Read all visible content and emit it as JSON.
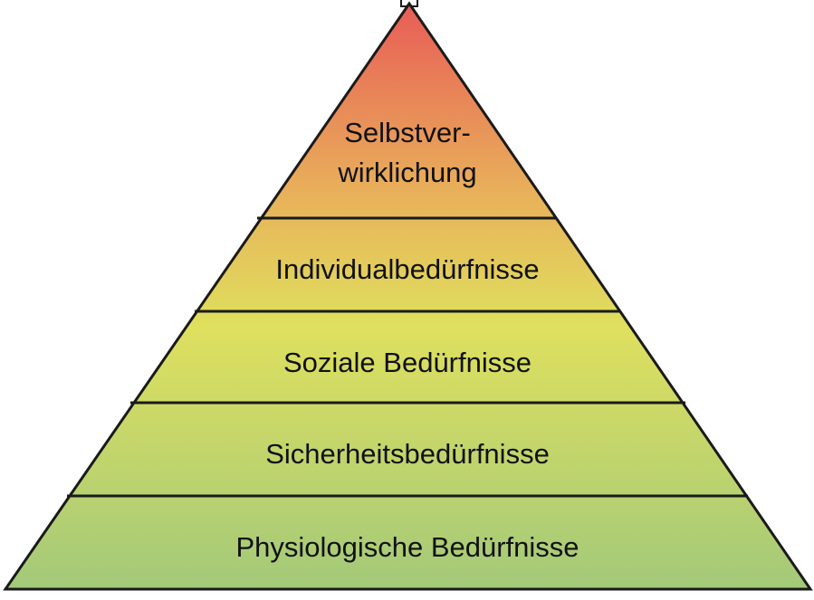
{
  "pyramid": {
    "levels": [
      {
        "lines": [
          "Selbstver-",
          "wirklichung"
        ]
      },
      {
        "lines": [
          "Individualbedürfnisse"
        ]
      },
      {
        "lines": [
          "Soziale Bedürfnisse"
        ]
      },
      {
        "lines": [
          "Sicherheitsbedürfnisse"
        ]
      },
      {
        "lines": [
          "Physiologische Bedürfnisse"
        ]
      }
    ],
    "colors": {
      "top": "#e85c57",
      "upper": "#e8b25a",
      "middle": "#dfe05e",
      "bottom": "#a3c97a",
      "outline": "#1a1a1a"
    }
  }
}
